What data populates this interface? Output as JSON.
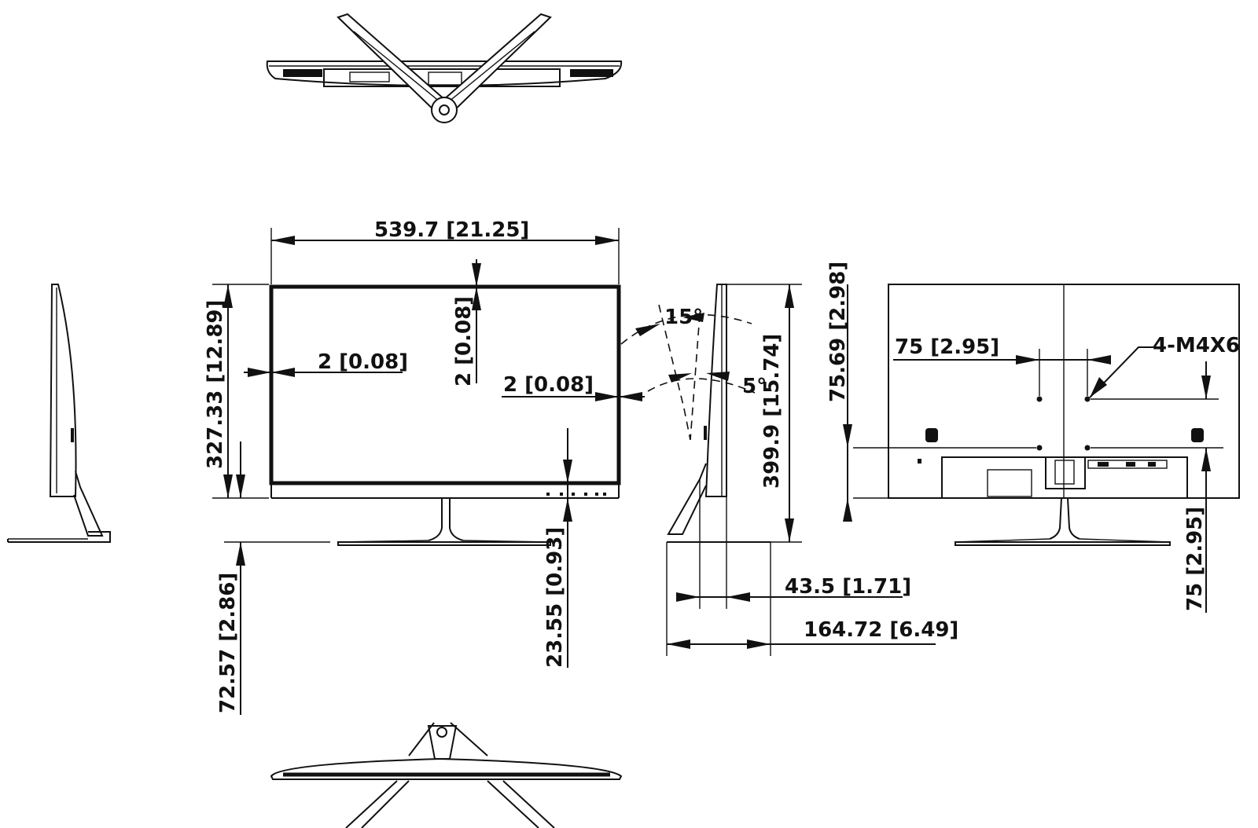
{
  "labels": {
    "overall_width": "539.7  [21.25]",
    "panel_height": "327.33  [12.89]",
    "bezel_left": "2  [0.08]",
    "bezel_top": "2  [0.08]",
    "bezel_right": "2  [0.08]",
    "bottom_bezel": "23.55 [0.93]",
    "stand_clearance": "72.57 [2.86]",
    "tilt_back": "15°",
    "tilt_forward": "5°",
    "overall_height": "399.9 [15.74]",
    "panel_depth": "43.5  [1.71]",
    "base_depth": "164.72 [6.49]",
    "vesa_vertical": "75.69  [2.98]",
    "vesa_horizontal": "75  [2.95]",
    "screw_spec": "4-M4X6",
    "vesa_spacing": "75 [2.95]"
  },
  "colors": {
    "line": "#111111",
    "background": "#ffffff"
  }
}
